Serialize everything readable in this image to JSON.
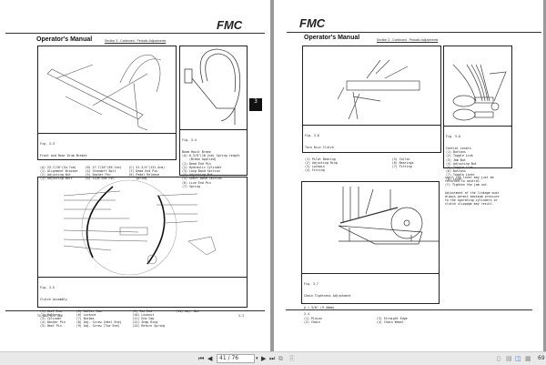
{
  "viewer": {
    "page_field": "41 / 76",
    "zoom": "69",
    "first_icon": "first-page-icon",
    "prev_icon": "prev-page-icon",
    "next_icon": "next-page-icon",
    "last_icon": "last-page-icon"
  },
  "left_page": {
    "logo": "FMC",
    "header": "Operator's Manual",
    "section": "Section 3 - Continued - Periodic Adjustments",
    "tab_label": "3",
    "fig33": {
      "title": "Fig. 3-3",
      "subtitle": "Front and Rear Drum Brakes",
      "col1": "(A) 23-7/16\"(54.7cm)\n(1) Alignment Bracket\n(2) Adjusting Nut\n(3) Adjusting Bolt",
      "col2": "(B) 27-7/16\"(69.7cm)\n(4) Standoff Bolt\n(5) Dasher Pin\n(6) Live End Pin",
      "col3": "(C) 51-3/4\"(131.4cm)\n(7) Dead End Pin\n(8) Pedal Release\n    Spring"
    },
    "fig34": {
      "title": "Fig. 3-4",
      "text": "Boom Hoist Brake\n(A) 6-3/8\"(16.2cm) Spring Length\n    (Brake Applied)\n(1) Dead End Pin\n(2) Hydraulic Cylinder\n(3) Long Band Section\n(4) Adjusting Nut\n(5) Short Band Section\n(6) Live End Pin\n(7) Spring"
    },
    "fig35": {
      "title": "Fig. 3-5",
      "subtitle": "Clutch Assembly",
      "col1": "(1) Heel End\n(2) Bollers\n(3) Cylinder\n(4) Dasher Pin\n(5) Heel Pin",
      "col2": "(5) Roller Cam\n(6) Locknut\n(7) Nutbox\n(8) Adj. Screw (Heel End)\n(9) Adj. Screw (Toe End)",
      "col3": "(9) Toe End\n(10) Locknut\n(11) End Cap\n(12) Snap Ring\n(13) Return Spring",
      "col4": "(14) Adj. Nut"
    },
    "footer_left": "TL_001_071 486",
    "footer_right": "3-3"
  },
  "right_page": {
    "logo": "FMC",
    "header": "Operator's Manual",
    "section": "Section 3 - Continued - Periodic Adjustments",
    "fig36": {
      "title": "Fig. 3-6",
      "subtitle": "Twin Disc Clutch",
      "col1": "(1) Pilot Bearing\n(2) Adjusting Ring\n(3) Lockpin\n(4) Fitting",
      "col2": "(5) Collar\n(6) Bearings\n(7) Fitting"
    },
    "fig38": {
      "title": "Fig. 3-8",
      "text": "Control Levers\n(1) Buttons\n(2) Toggle Link\n(3) Jam Nut\n(4) Adjusting Nut\n(5) Toggle Link\n(6) Buttons\n(7) Toggle Lever\n(8) Lever"
    },
    "body_text": "until the lever may just be\nreturned to neutral.\n(f) Tighten the jam nut.\n\nAdjustment of the linkage must\nalways permit maximum pressure\nto the operating cylinders or\nclutch slippage may result.",
    "fig37": {
      "title": "Fig. 3-7",
      "subtitle": "Chain Tightness Adjustment",
      "a": "A = 3/8\" (9.40mm)",
      "col1": "(1) Pinion\n(2) Chain",
      "col2": "(3) Straight Edge\n(4) Chain Wheel"
    },
    "footer": "3-4"
  }
}
